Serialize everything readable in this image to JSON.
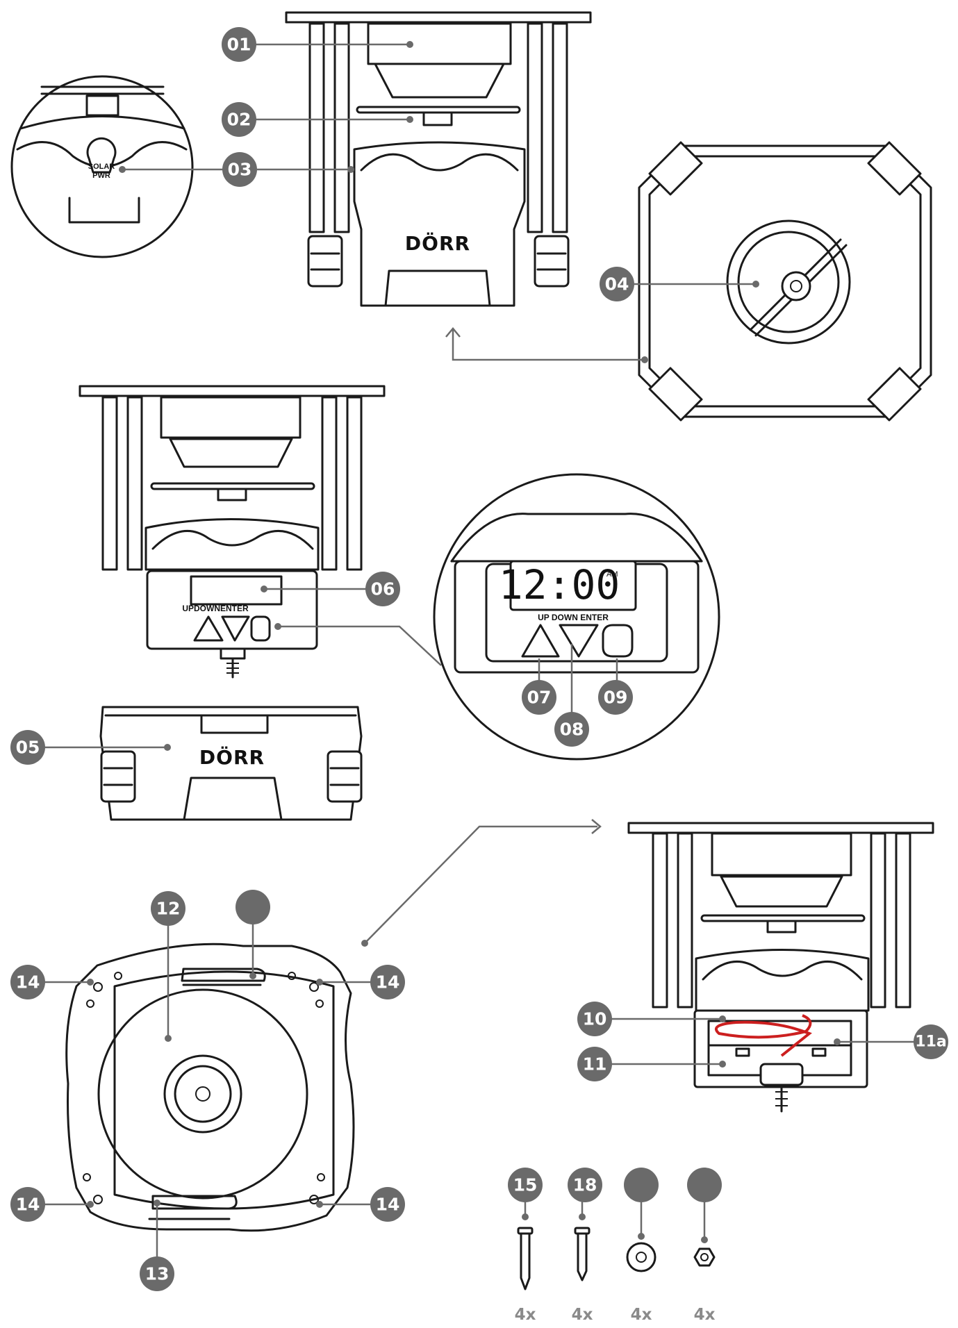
{
  "brand": "DÖRR",
  "labels": {
    "l01": "01",
    "l02": "02",
    "l03": "03",
    "l04": "04",
    "l05": "05",
    "l06": "06",
    "l07": "07",
    "l08": "08",
    "l09": "09",
    "l10": "10",
    "l11": "11",
    "l11a": "11a",
    "l12": "12",
    "l13": "13",
    "l14": "14",
    "l15": "15",
    "l18": "18"
  },
  "solar_button": {
    "line1": "SOLAR",
    "line2": "PWR"
  },
  "display": {
    "time": "12:00",
    "ampm": "AM",
    "button_labels": "UP DOWN ENTER",
    "button_labels_small": "UPDOWNENTER"
  },
  "hardware": [
    {
      "name": "screw-long",
      "qty": "4x"
    },
    {
      "name": "screw-short",
      "qty": "4x"
    },
    {
      "name": "washer",
      "qty": "4x"
    },
    {
      "name": "nut",
      "qty": "4x"
    }
  ]
}
